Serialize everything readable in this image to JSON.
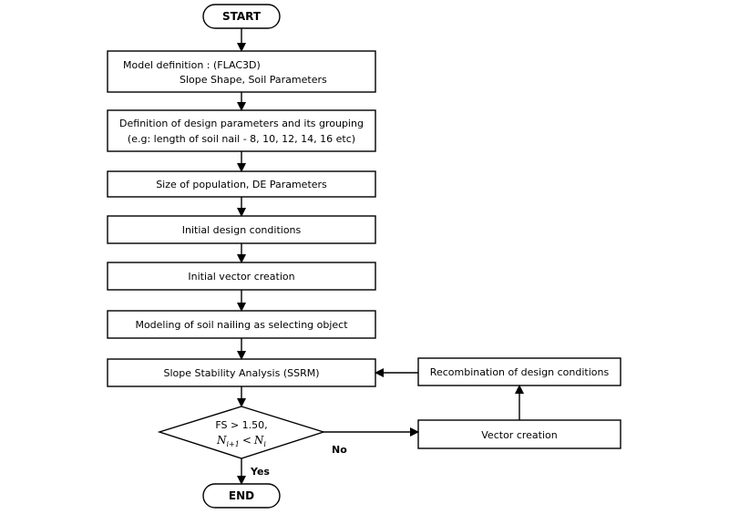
{
  "terminals": {
    "start": "START",
    "end": "END"
  },
  "steps": {
    "model_def_line1": "Model definition : (FLAC3D)",
    "model_def_line2": "Slope Shape, Soil Parameters",
    "design_params_line1": "Definition of design parameters and its grouping",
    "design_params_line2": "(e.g: length of soil nail - 8, 10, 12, 14, 16 etc)",
    "population": "Size of population, DE Parameters",
    "initial_conditions": "Initial design conditions",
    "initial_vector": "Initial vector creation",
    "modeling": "Modeling of soil nailing as selecting object",
    "analysis": "Slope Stability Analysis (SSRM)",
    "recombination": "Recombination of design conditions",
    "vector_creation": "Vector creation"
  },
  "decision": {
    "line1": "FS > 1.50,",
    "n_symbol": "N",
    "sub_left": "i+1",
    "less_than": "<",
    "sub_right": "i"
  },
  "branches": {
    "no": "No",
    "yes": "Yes"
  }
}
